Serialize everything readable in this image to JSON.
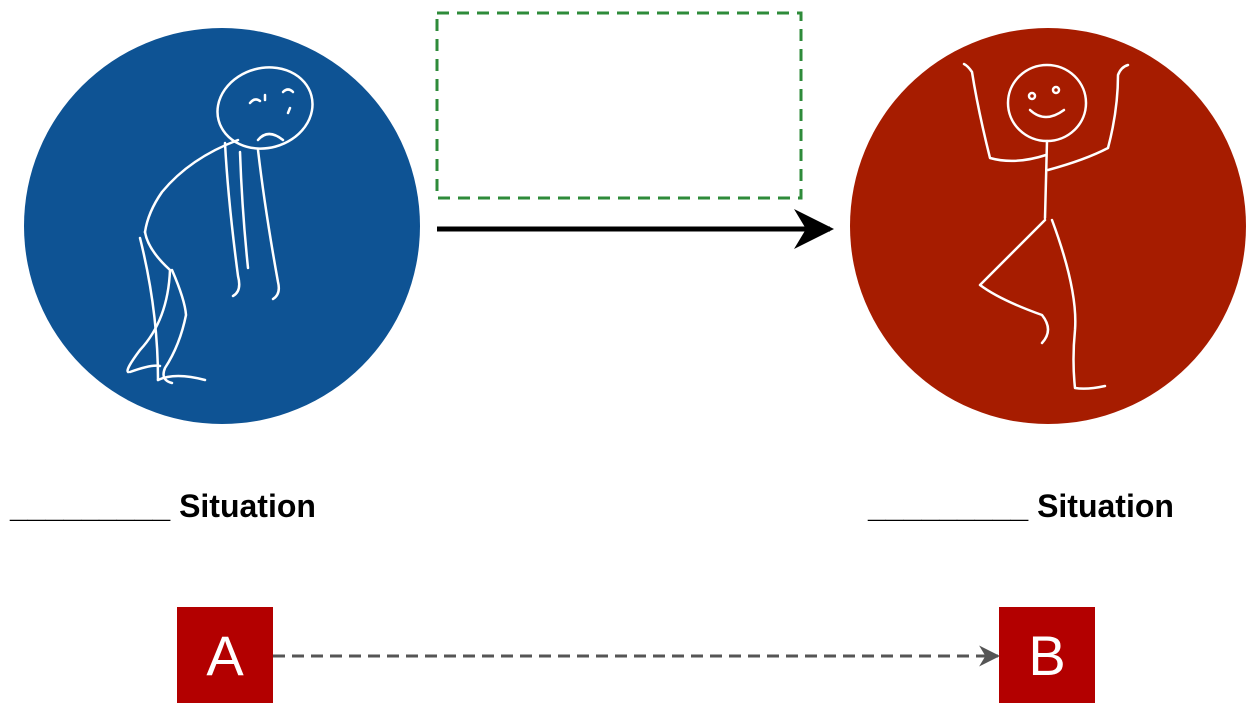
{
  "left": {
    "label": "_________ Situation",
    "circle_color": "#0e5394",
    "figure": "sad-stick-figure-icon"
  },
  "right": {
    "label": "_________ Situation",
    "circle_color": "#a61c00",
    "figure": "happy-stick-figure-icon"
  },
  "transition_box": {
    "text": "",
    "border_color": "#2e8b3a"
  },
  "start_node": {
    "text": "A",
    "color": "#b30000"
  },
  "end_node": {
    "text": "B",
    "color": "#b30000"
  },
  "connector_color": "#555555"
}
